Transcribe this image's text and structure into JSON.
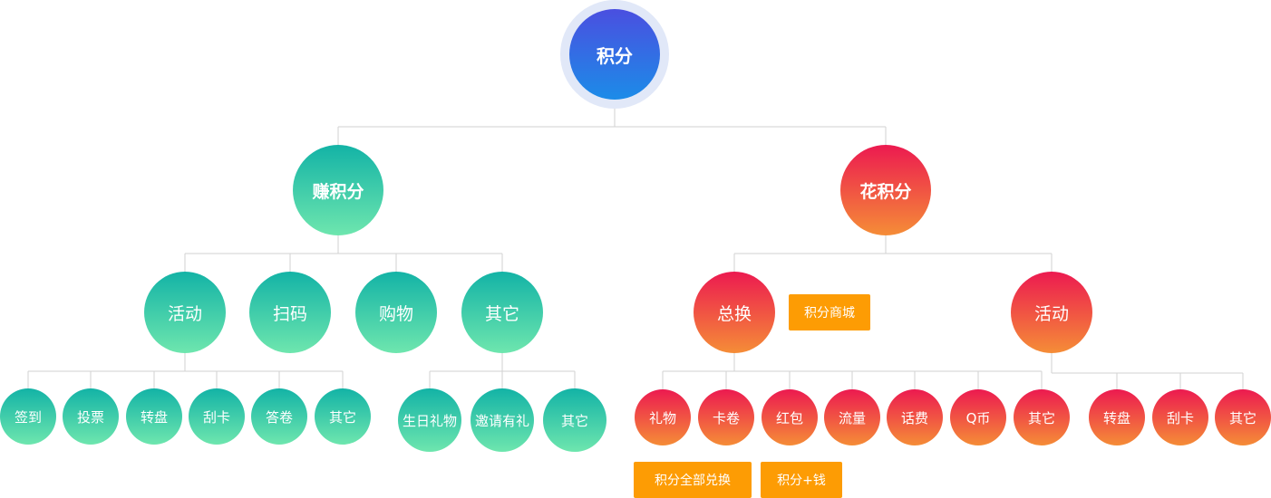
{
  "colors": {
    "root_gradient": [
      "#4a4fe0",
      "#1c8ce8"
    ],
    "root_halo": "#e1e8f8",
    "earn_gradient": [
      "#13b3a6",
      "#6ee6ae"
    ],
    "spend_gradient": [
      "#ec1a50",
      "#f58d37"
    ],
    "tag": "#fd9c04",
    "connector": "#d2d2d2",
    "node_text": "#ffffff"
  },
  "root": {
    "label": "积分"
  },
  "earn": {
    "label": "赚积分",
    "branches": [
      {
        "label": "活动",
        "items": [
          "签到",
          "投票",
          "转盘",
          "刮卡",
          "答卷",
          "其它"
        ]
      },
      {
        "label": "扫码"
      },
      {
        "label": "购物"
      },
      {
        "label": "其它",
        "items": [
          "生日礼物",
          "邀请有礼",
          "其它"
        ]
      }
    ]
  },
  "spend": {
    "label": "花积分",
    "branches": [
      {
        "label": "总换",
        "tag": "积分商城",
        "items": [
          "礼物",
          "卡卷",
          "红包",
          "流量",
          "话费",
          "Q币",
          "其它"
        ],
        "methods": [
          "积分全部兑换",
          "积分+钱"
        ]
      },
      {
        "label": "活动",
        "items": [
          "转盘",
          "刮卡",
          "其它"
        ]
      }
    ]
  }
}
